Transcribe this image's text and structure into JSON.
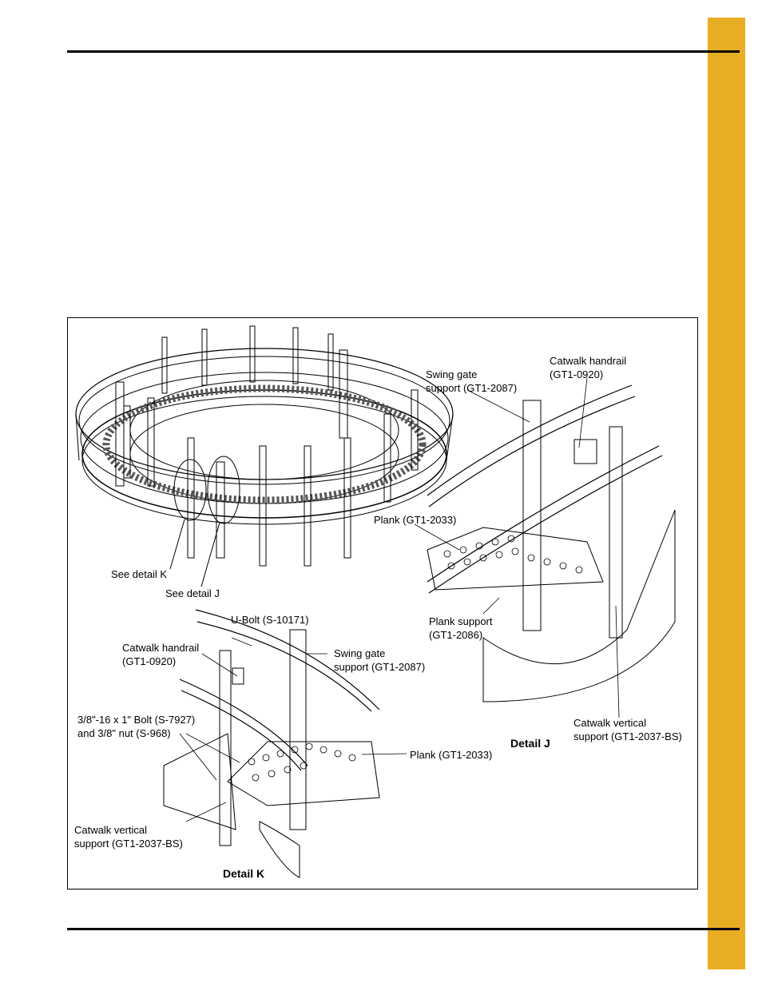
{
  "page": {
    "accent_color": "#E8AE23"
  },
  "figure": {
    "overview_callouts": {
      "detail_k": "See detail K",
      "detail_j": "See detail J"
    },
    "detail_j": {
      "title": "Detail J",
      "swing_gate_support": [
        "Swing gate",
        "support (GT1-2087)"
      ],
      "catwalk_handrail": [
        "Catwalk handrail",
        "(GT1-0920)"
      ],
      "plank": "Plank (GT1-2033)",
      "plank_support": [
        "Plank support",
        "(GT1-2086)"
      ],
      "catwalk_vertical_support": [
        "Catwalk vertical",
        "support (GT1-2037-BS)"
      ]
    },
    "detail_k": {
      "title": "Detail K",
      "u_bolt": "U-Bolt (S-10171)",
      "catwalk_handrail": [
        "Catwalk handrail",
        "(GT1-0920)"
      ],
      "swing_gate_support": [
        "Swing gate",
        "support (GT1-2087)"
      ],
      "bolt_nut": [
        "3/8\"-16 x 1\" Bolt (S-7927)",
        "and 3/8\" nut (S-968)"
      ],
      "plank": "Plank (GT1-2033)",
      "catwalk_vertical_support": [
        "Catwalk vertical",
        "support (GT1-2037-BS)"
      ]
    }
  }
}
